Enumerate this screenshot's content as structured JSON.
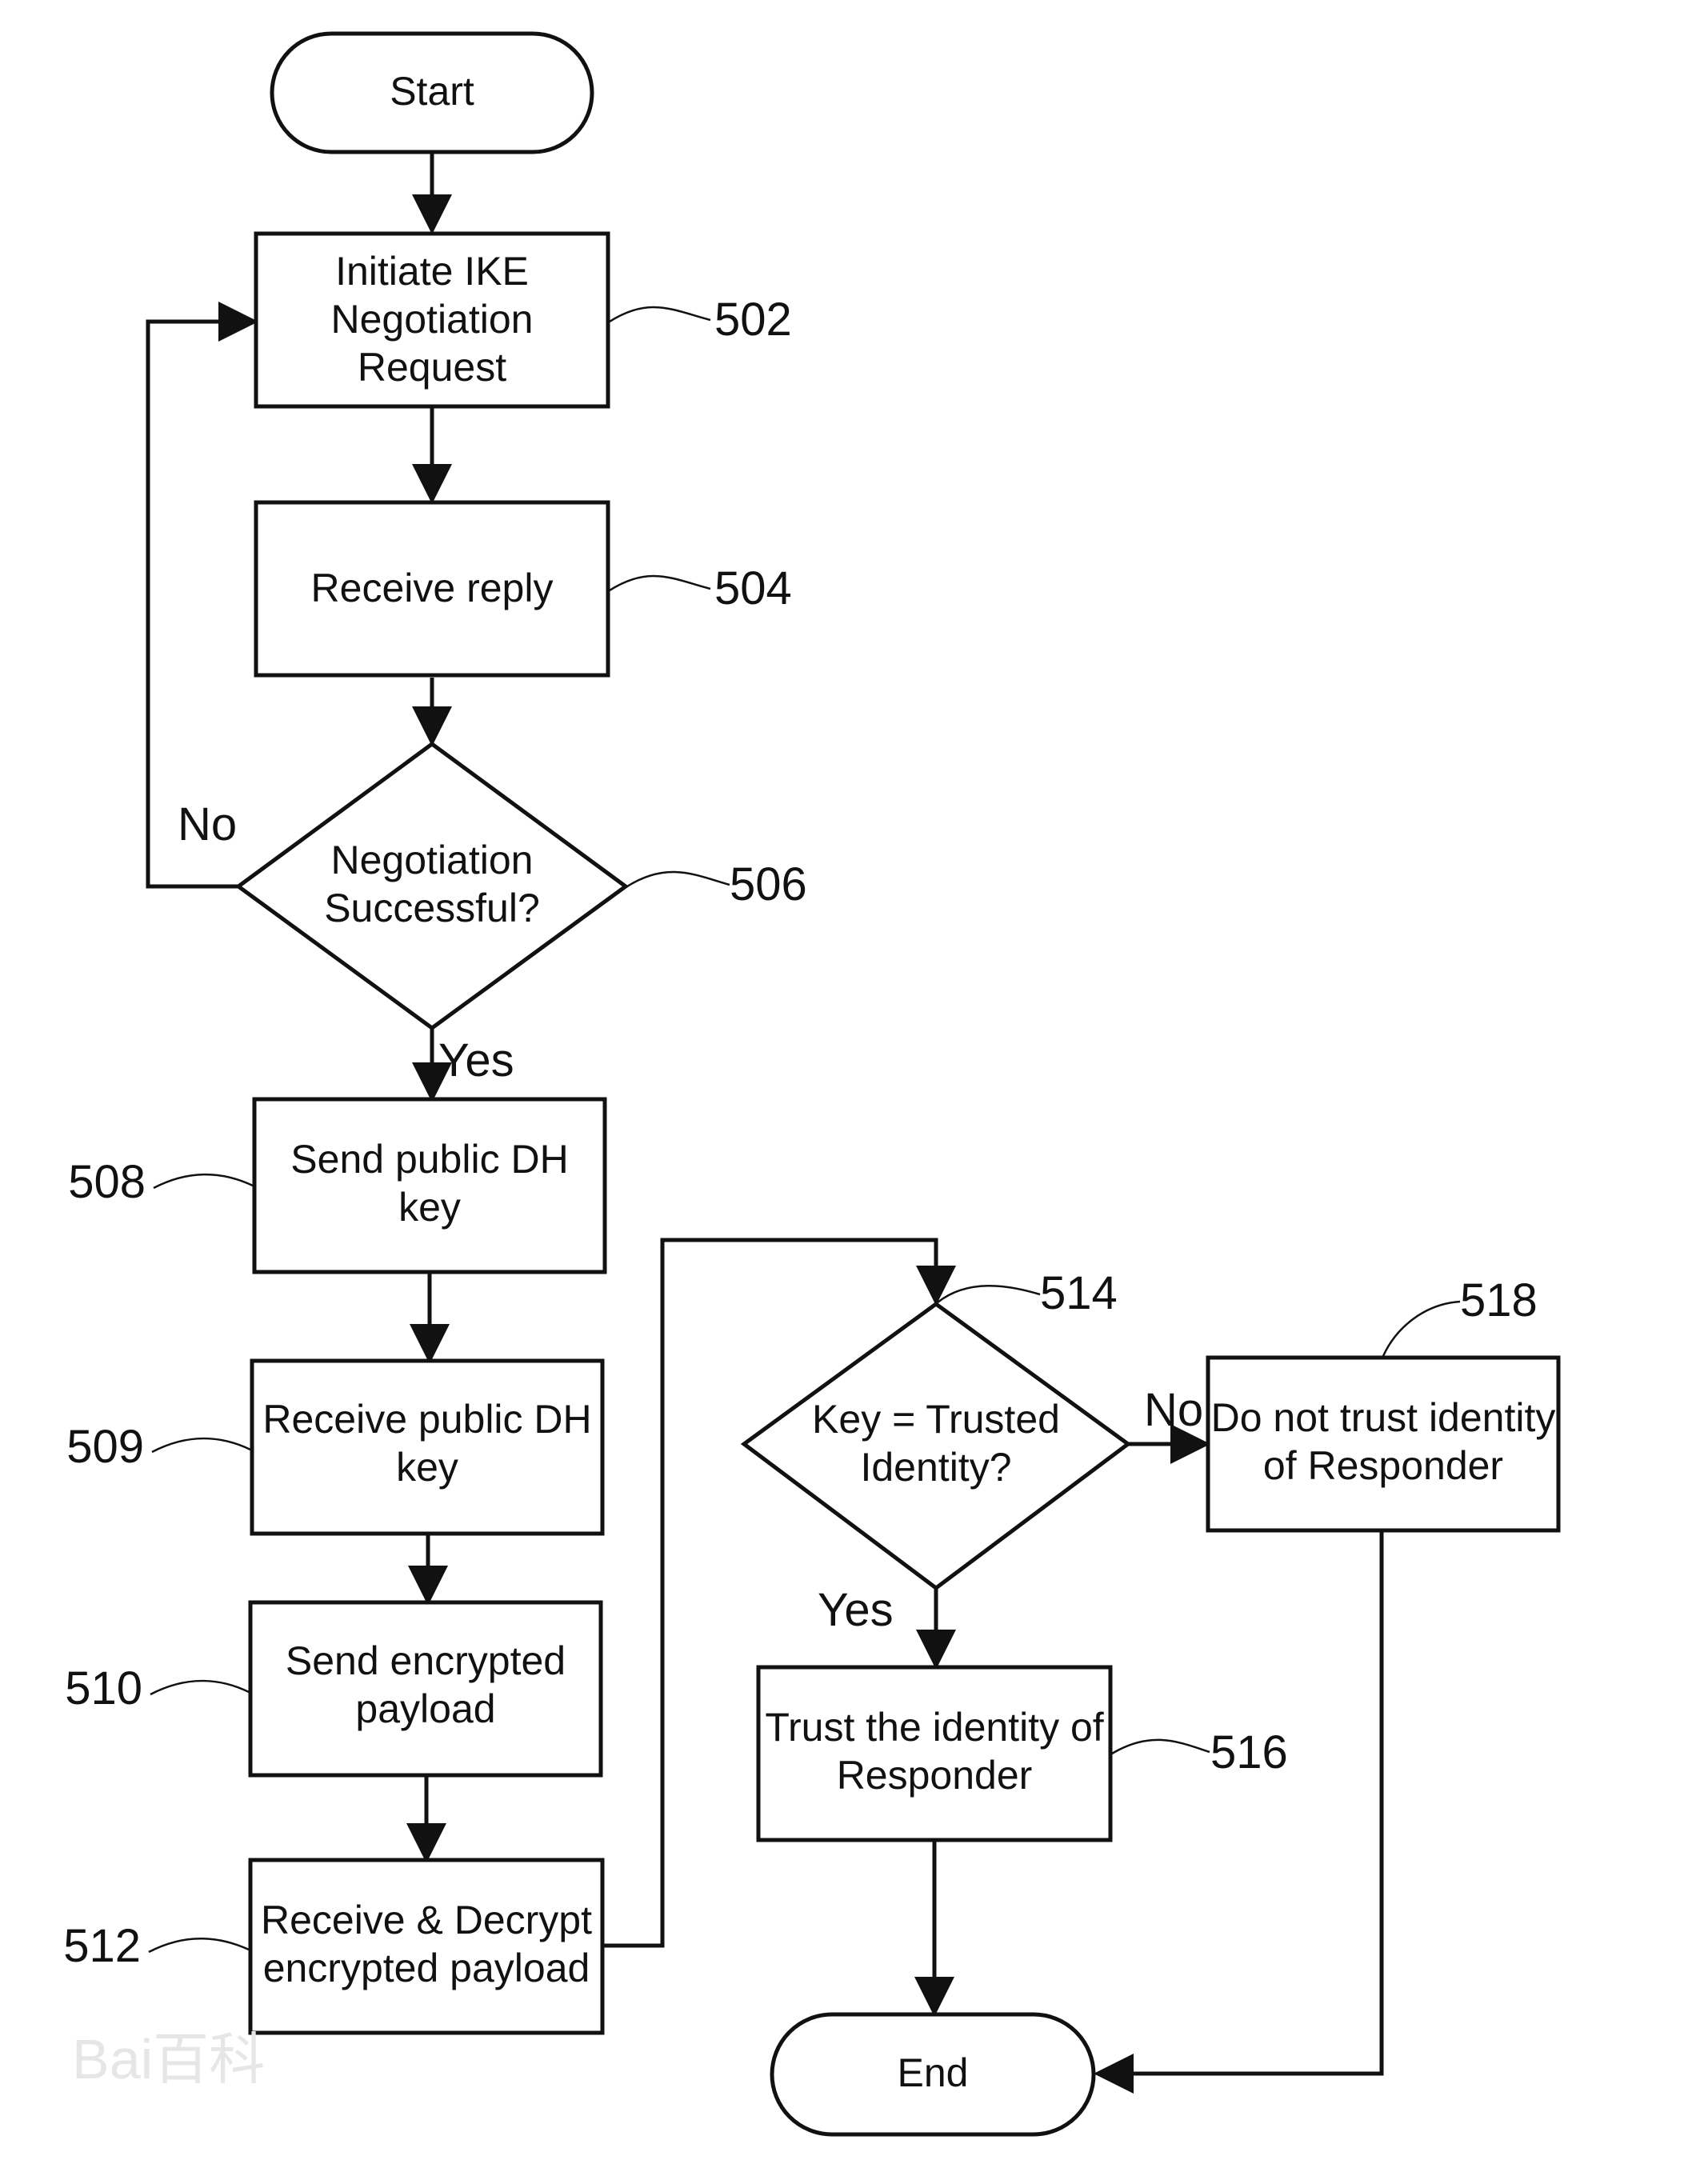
{
  "nodes": {
    "start": {
      "lines": [
        "Start"
      ]
    },
    "n502": {
      "lines": [
        "Initiate IKE",
        "Negotiation",
        "Request"
      ],
      "ref": "502"
    },
    "n504": {
      "lines": [
        "Receive reply"
      ],
      "ref": "504"
    },
    "n506": {
      "lines": [
        "Negotiation",
        "Successful?"
      ],
      "ref": "506"
    },
    "n508": {
      "lines": [
        "Send public DH",
        "key"
      ],
      "ref": "508"
    },
    "n509": {
      "lines": [
        "Receive public DH",
        "key"
      ],
      "ref": "509"
    },
    "n510": {
      "lines": [
        "Send encrypted",
        "payload"
      ],
      "ref": "510"
    },
    "n512": {
      "lines": [
        "Receive & Decrypt",
        "encrypted payload"
      ],
      "ref": "512"
    },
    "n514": {
      "lines": [
        "Key = Trusted",
        "Identity?"
      ],
      "ref": "514"
    },
    "n516": {
      "lines": [
        "Trust the identity of",
        "Responder"
      ],
      "ref": "516"
    },
    "n518": {
      "lines": [
        "Do not trust identity",
        "of Responder"
      ],
      "ref": "518"
    },
    "end": {
      "lines": [
        "End"
      ]
    }
  },
  "edge_labels": {
    "no_506": "No",
    "yes_506": "Yes",
    "no_514": "No",
    "yes_514": "Yes"
  },
  "watermark": {
    "text": "Bai百科"
  }
}
